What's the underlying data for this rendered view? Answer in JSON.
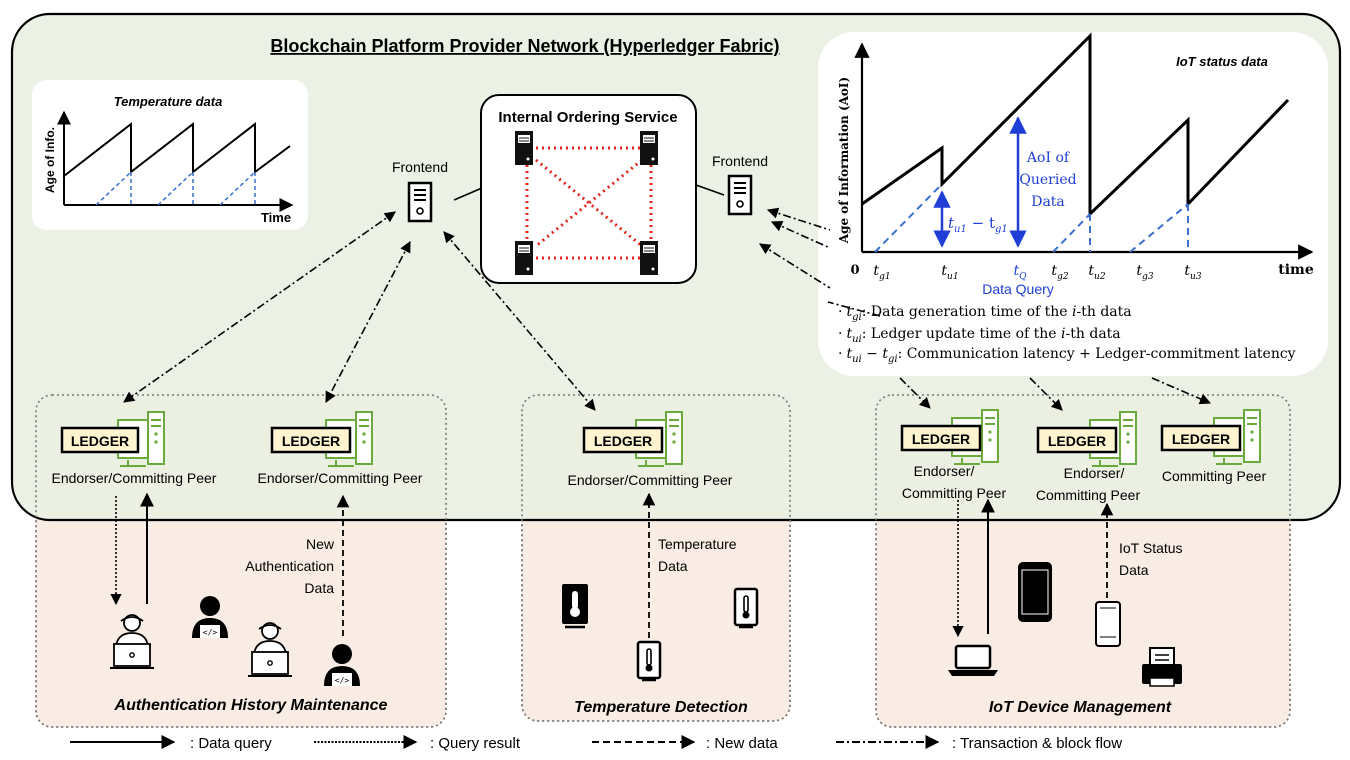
{
  "network": {
    "title": "Blockchain Platform Provider Network (Hyperledger Fabric)"
  },
  "ordering": {
    "title": "Internal Ordering Service"
  },
  "frontend": {
    "left": "Frontend",
    "right": "Frontend"
  },
  "temp_chart": {
    "title": "Temperature data",
    "ylabel": "Age of Info.",
    "xlabel": "Time"
  },
  "iot_chart": {
    "title": "IoT status data",
    "ylabel": "Age of Information (AoI)",
    "xlabel": "time",
    "origin": "0",
    "ticks": [
      "t",
      "t",
      "t",
      "t",
      "t",
      "t",
      "t"
    ],
    "tick_subs": [
      "g1",
      "u1",
      "Q",
      "g2",
      "u2",
      "g3",
      "u3"
    ],
    "latency_label": "t",
    "latency_sub1": "u1",
    "latency_minus": " − t",
    "latency_sub2": "g1",
    "aoi_label": [
      "AoI of",
      "Queried",
      "Data"
    ],
    "data_query": "Data Query",
    "defs": [
      {
        "sym": "t",
        "sub": "gi",
        "text": ": Data generation time of the ",
        "i": "i",
        "rest": "-th data"
      },
      {
        "sym": "t",
        "sub": "ui",
        "text": ": Ledger update time of the ",
        "i": "i",
        "rest": "-th data"
      },
      {
        "sym": "t",
        "sub": "ui",
        "minus": " − t",
        "sub2": "gi",
        "text": ": Communication latency + Ledger-commitment latency"
      }
    ],
    "bullet": "·"
  },
  "ledger_label": "LEDGER",
  "peers": {
    "p1": "Endorser/Committing Peer",
    "p2": "Endorser/Committing Peer",
    "p3": "Endorser/Committing Peer",
    "p4": [
      "Endorser/",
      "Committing Peer"
    ],
    "p5": [
      "Endorser/",
      "Committing Peer"
    ],
    "p6": "Committing Peer"
  },
  "groups": {
    "auth": "Authentication History Maintenance",
    "temp": "Temperature Detection",
    "iot": "IoT Device Management"
  },
  "flow_labels": {
    "new_auth": [
      "New",
      "Authentication",
      "Data"
    ],
    "temperature": [
      "Temperature",
      "Data"
    ],
    "iot_status": [
      "IoT Status",
      "Data"
    ]
  },
  "legend": {
    "query": ": Data query",
    "result": ": Query result",
    "new_data": ": New data",
    "tx": ": Transaction & block flow"
  },
  "chart_data": {
    "type": "line",
    "title": "IoT status data",
    "xlabel": "time",
    "ylabel": "Age of Information (AoI)",
    "x_ticks": [
      "0",
      "t_g1",
      "t_u1",
      "t_Q",
      "t_g2",
      "t_u2",
      "t_g3",
      "t_u3"
    ],
    "series": [
      {
        "values": "sawtooth AoI: rises linearly, drops at t_u1, t_u2, t_u3 to t_u - t_g"
      },
      {
        "values": "dashed lines: generation times t_g1, t_g2, t_g3"
      }
    ]
  },
  "colors": {
    "network_bg": "#e9f0e3",
    "group_bg": "#f8ece4",
    "red_links": "#e0261d",
    "blue": "#1f3fd6",
    "computer_green": "#6aaa3b",
    "ledger_bg": "#fdf3cf"
  }
}
